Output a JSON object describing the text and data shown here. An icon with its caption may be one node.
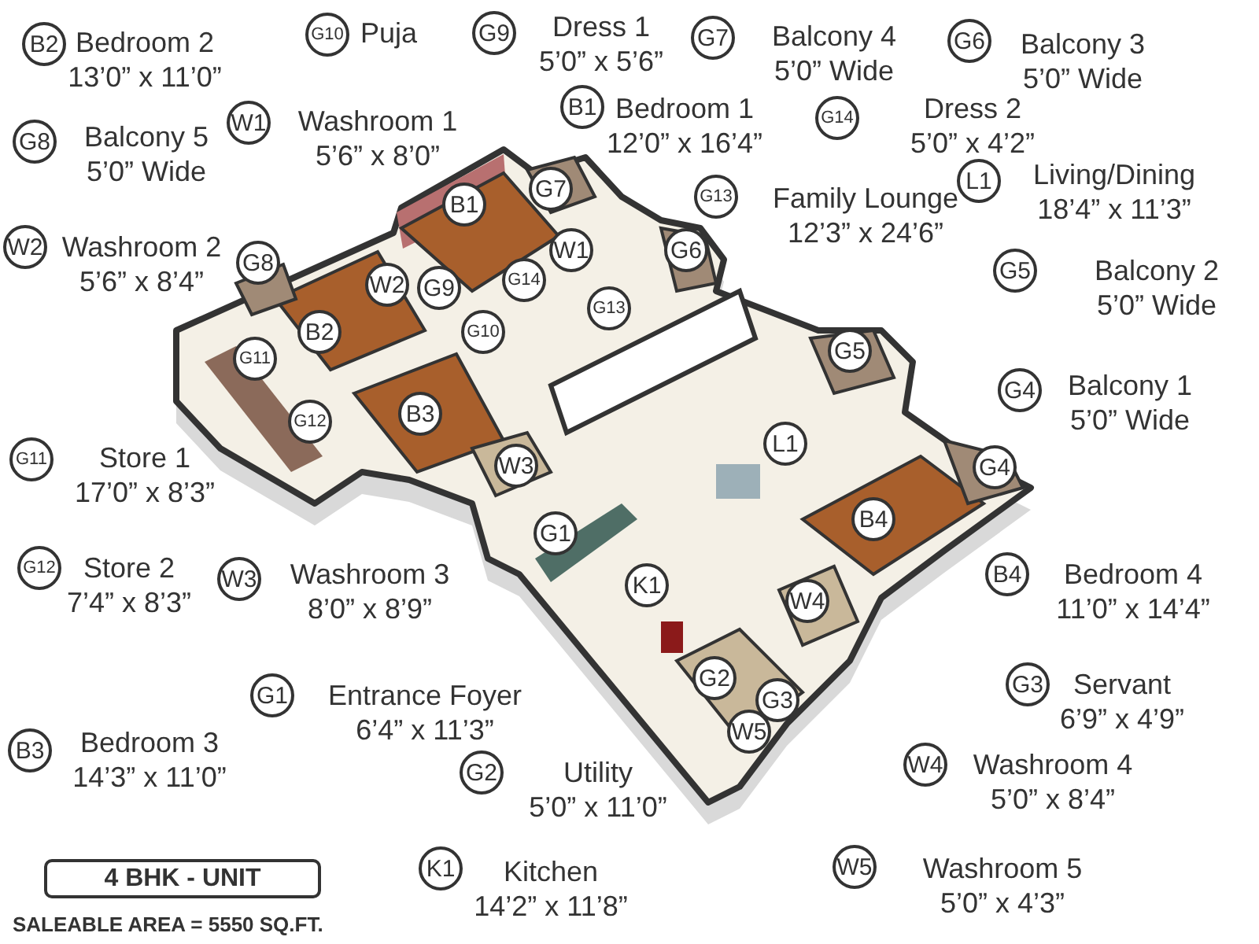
{
  "diagram": {
    "nodes": [
      {
        "text": [],
        "shape": "picture"
      },
      {
        "text": [
          "B1"
        ],
        "in": 0
      },
      {
        "text": [
          "G7"
        ],
        "in": 0
      },
      {
        "text": [
          "W1"
        ],
        "in": 0
      },
      {
        "text": [
          "G8"
        ],
        "in": 0
      },
      {
        "text": [
          "G6"
        ],
        "in": 0
      },
      {
        "text": [
          "W2"
        ],
        "in": 0
      },
      {
        "text": [
          "G9"
        ],
        "in": 0
      },
      {
        "text": [
          "G14"
        ],
        "in": 0
      },
      {
        "text": [
          "G13"
        ],
        "in": 0
      },
      {
        "text": [
          "B2"
        ],
        "in": 0
      },
      {
        "text": [
          "G10"
        ],
        "in": 0
      },
      {
        "text": [
          "G11"
        ],
        "in": 0
      },
      {
        "text": [
          "G5"
        ],
        "in": 0
      },
      {
        "text": [
          "B3"
        ],
        "in": 0
      },
      {
        "text": [
          "G12"
        ],
        "in": 0
      },
      {
        "text": [
          "L1"
        ],
        "in": 0
      },
      {
        "text": [
          "G4"
        ],
        "in": 0
      },
      {
        "text": [
          "W3"
        ],
        "in": 0
      },
      {
        "text": [
          "B4"
        ],
        "in": 0
      },
      {
        "text": [
          "G1"
        ],
        "in": 0
      },
      {
        "text": [
          "K1"
        ],
        "in": 0
      },
      {
        "text": [
          "W4"
        ],
        "in": 0
      },
      {
        "text": [
          "G2"
        ],
        "in": 0
      },
      {
        "text": [
          "G3"
        ],
        "in": 0
      },
      {
        "text": [
          "W5"
        ],
        "in": 0
      },
      {
        "text": [
          "B2"
        ],
        "beside": [
          "Bedroom 2",
          "13’0” x 11’0”"
        ]
      },
      {
        "text": [
          "G10"
        ],
        "beside": [
          "Puja"
        ]
      },
      {
        "text": [
          "G9"
        ],
        "beside": [
          "Dress 1",
          "5’0” x 5’6”"
        ]
      },
      {
        "text": [
          "G7"
        ],
        "beside": [
          "Balcony 4",
          "5’0” Wide"
        ]
      },
      {
        "text": [
          "G6"
        ],
        "beside": [
          "Balcony 3",
          "5’0” Wide"
        ]
      },
      {
        "text": [
          "B1"
        ],
        "beside": [
          "Bedroom 1",
          "12’0” x 16’4”"
        ]
      },
      {
        "text": [
          "G14"
        ],
        "beside": [
          "Dress 2",
          "5’0” x 4’2”"
        ]
      },
      {
        "text": [
          "G8"
        ],
        "beside": [
          "Balcony 5",
          "5’0” Wide"
        ]
      },
      {
        "text": [
          "W1"
        ],
        "beside": [
          "Washroom 1",
          "5’6” x 8’0”"
        ]
      },
      {
        "text": [
          "L1"
        ],
        "beside": [
          "Living/Dining",
          "18’4” x 11’3”"
        ]
      },
      {
        "text": [
          "G13"
        ],
        "beside": [
          "Family Lounge",
          "12’3” x 24’6”"
        ]
      },
      {
        "text": [
          "W2"
        ],
        "beside": [
          "Washroom 2",
          "5’6” x 8’4”"
        ]
      },
      {
        "text": [
          "G5"
        ],
        "beside": [
          "Balcony 2",
          "5’0” Wide"
        ]
      },
      {
        "text": [
          "G4"
        ],
        "beside": [
          "Balcony 1",
          "5’0” Wide"
        ]
      },
      {
        "text": [
          "G11"
        ],
        "beside": [
          "Store 1",
          "17’0” x 8’3”"
        ]
      },
      {
        "text": [
          "G12"
        ],
        "beside": [
          "Store 2",
          "7’4” x 8’3”"
        ]
      },
      {
        "text": [
          "W3"
        ],
        "beside": [
          "Washroom 3",
          "8’0” x 8’9”"
        ]
      },
      {
        "text": [
          "B4"
        ],
        "beside": [
          "Bedroom 4",
          "11’0” x 14’4”"
        ]
      },
      {
        "text": [
          "G3"
        ],
        "beside": [
          "Servant",
          "6’9” x 4’9”"
        ]
      },
      {
        "text": [
          "G1"
        ],
        "beside": [
          "Entrance Foyer",
          "6’4” x 11’3”"
        ]
      },
      {
        "text": [
          "B3"
        ],
        "beside": [
          "Bedroom 3",
          "14’3” x 11’0”"
        ]
      },
      {
        "text": [
          "G2"
        ],
        "beside": [
          "Utility",
          "5’0” x 11’0”"
        ]
      },
      {
        "text": [
          "W4"
        ],
        "beside": [
          "Washroom 4",
          "5’0” x 8’4”"
        ]
      },
      {
        "text": [
          "K1"
        ],
        "beside": [
          "Kitchen",
          "14’2” x 11’8”"
        ]
      },
      {
        "text": [
          "W5"
        ],
        "beside": [
          "Washroom 5",
          "5’0” x 4’3”"
        ]
      },
      {
        "text": [
          "4 BHK - UNIT"
        ]
      }
    ],
    "labels": [
      "SALEABLE AREA = 5550 SQ.FT."
    ]
  }
}
